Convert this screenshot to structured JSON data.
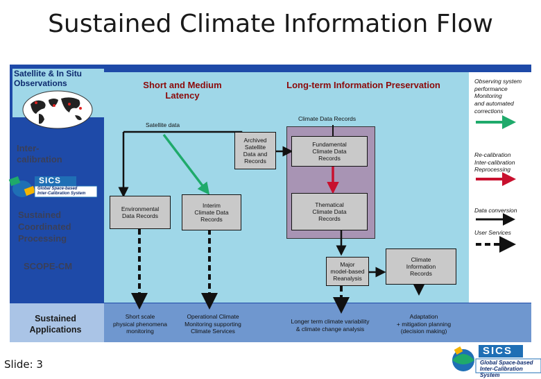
{
  "title": "Sustained Climate Information Flow",
  "slide_label": "Slide: 3",
  "left": {
    "satellite_obs": "Satellite & In Situ\nObservations",
    "intercalibration": "Inter-\ncalibration",
    "sustained_coordinated": "Sustained\nCoordinated\nProcessing",
    "scope_cm": "SCOPE-CM",
    "sustained_applications": "Sustained\nApplications"
  },
  "headers": {
    "short_medium": "Short and Medium\nLatency",
    "long_term": "Long-term Information Preservation"
  },
  "labels": {
    "satellite_data": "Satellite data",
    "climate_data_records": "Climate Data Records"
  },
  "boxes": {
    "archived": "Archived\nSatellite\nData and\nRecords",
    "fundamental": "Fundamental\nClimate Data\nRecords",
    "environmental": "Environmental\nData Records",
    "interim": "Interim\nClimate Data\nRecords",
    "thematic": "Thematical\nClimate Data\nRecords",
    "major_model": "Major\nmodel-based\nReanalysis",
    "climate_info": "Climate\nInformation\nRecords"
  },
  "bottom": {
    "short_scale": "Short scale\nphysical phenomena\nmonitoring",
    "operational": "Operational Climate\nMonitoring supporting\nClimate Services",
    "longer_term": "Longer term climate variability\n& climate change analysis",
    "adaptation": "Adaptation\n+ mitigation planning\n(decision making)"
  },
  "legend": {
    "observing": "Observing system\nperformance\nMonitoring\nand automated\ncorrections",
    "recalibration": "Re-calibration\nInter-calibration\nReprocessing",
    "data_conversion": "Data conversion",
    "user_services": "User Services"
  },
  "logos": {
    "gsics_small": "SICS",
    "gsics_small_sub": "Global Space-based\nInter-Calibration System",
    "gsics_big": "SICS",
    "gsics_big_sub": "Global Space-based\nInter-Calibration System"
  },
  "colors": {
    "frame_blue": "#1e4aa8",
    "light_blue": "#9fd7e8",
    "purple": "#a894b4",
    "grey_box": "#c9c9c9",
    "bottom_band": "#6f97cf",
    "green_arrow": "#1faa6b",
    "red_arrow": "#c8102e",
    "header_text": "#8b0a0a"
  },
  "icons": [
    "globe-map-icon",
    "satellite-icon",
    "gsics-logo-icon"
  ]
}
